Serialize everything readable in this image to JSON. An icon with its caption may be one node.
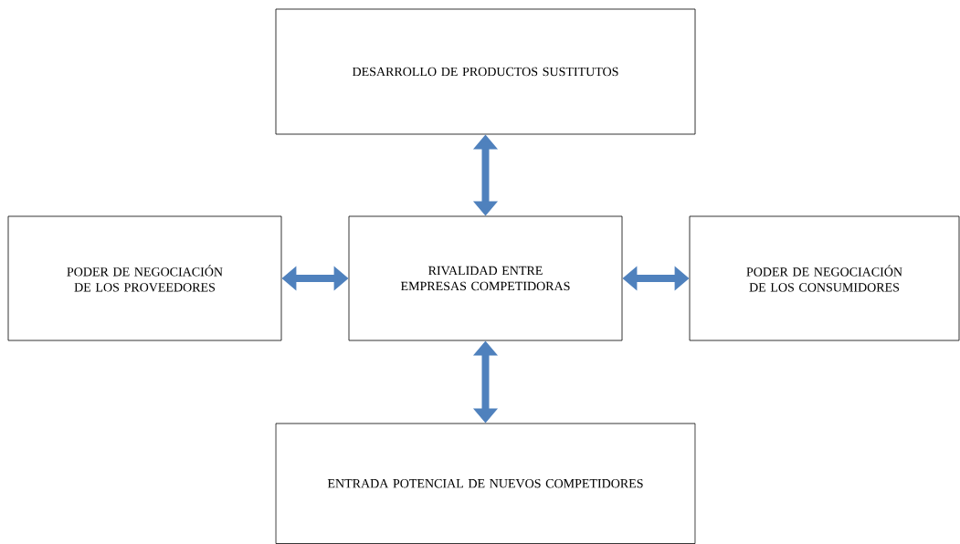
{
  "diagram": {
    "nodes": [
      {
        "text": [
          "DESARROLLO DE PRODUCTOS SUSTITUTOS"
        ]
      },
      {
        "text": [
          "PODER DE NEGOCIACIÓN DE LOS PROVEEDORES"
        ]
      },
      {
        "text": [
          "RIVALIDAD ENTRE EMPRESAS COMPETIDORAS"
        ]
      },
      {
        "text": [
          "PODER DE NEGOCIACIÓN DE LOS CONSUMIDORES"
        ]
      },
      {
        "text": [
          "ENTRADA POTENCIAL DE NUEVOS COMPETIDORES"
        ]
      }
    ],
    "edges": [
      {
        "from": 2,
        "to": 0,
        "arrow": "both"
      },
      {
        "from": 1,
        "to": 2,
        "arrow": "both"
      },
      {
        "from": 2,
        "to": 3,
        "arrow": "both"
      },
      {
        "from": 2,
        "to": 4,
        "arrow": "both"
      }
    ]
  }
}
